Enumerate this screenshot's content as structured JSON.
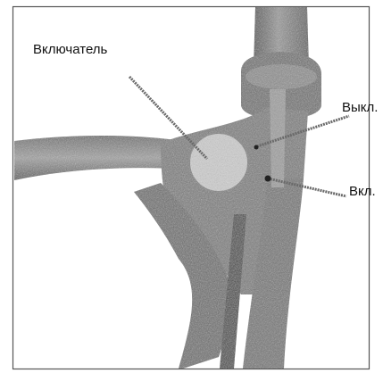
{
  "labels": {
    "switch": "Включатель",
    "off": "Выкл.",
    "on": "Вкл."
  },
  "colors": {
    "frame": "#555555",
    "body_dark": "#5a5a5a",
    "body_mid": "#8a8a8a",
    "body_light": "#b4b4b4",
    "knob": "#cfcfcf",
    "leader": "#6a6a6a"
  }
}
